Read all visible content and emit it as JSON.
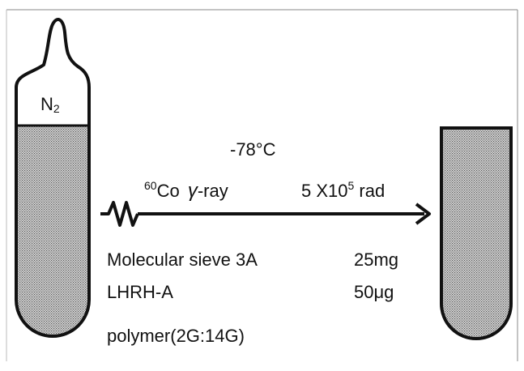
{
  "gas_label": {
    "symbol": "N",
    "subscript": "2"
  },
  "temperature": "-78°C",
  "radiation": {
    "isotope_mass": "60",
    "isotope": "Co",
    "ray_symbol": "γ",
    "ray_text": "-ray",
    "dose_prefix": "5 X10",
    "dose_exponent": "5",
    "dose_unit": "rad"
  },
  "materials": [
    {
      "name": "Molecular sieve 3A",
      "amount": "25mg"
    },
    {
      "name": "LHRH-A",
      "amount": "50μg"
    }
  ],
  "polymer": "polymer(2G:14G)",
  "colors": {
    "line": "#111111",
    "fill_dots": "#555555",
    "fill_bg": "#d8d8d8"
  }
}
